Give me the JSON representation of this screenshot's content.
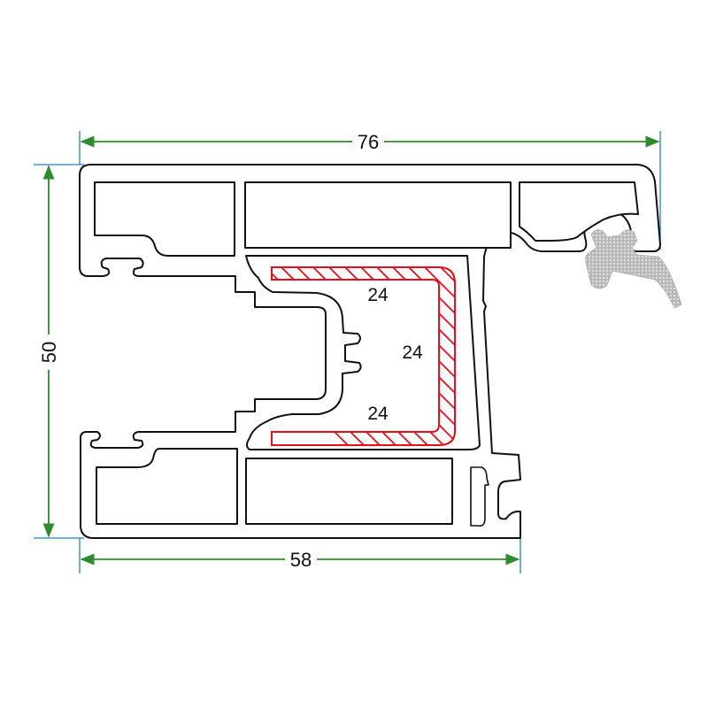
{
  "colors": {
    "profile_outline": "#111111",
    "dimension_line": "#2e8b2e",
    "extension_line": "#1f7fd0",
    "reinforcement": "#e0101c",
    "gasket": "#b8b8b8"
  },
  "dimensions": {
    "overall_width": "76",
    "overall_height": "50",
    "frame_width": "58"
  },
  "reinforcement": {
    "top_thickness_label": "24",
    "side_thickness_label": "24",
    "bottom_thickness_label": "24"
  }
}
